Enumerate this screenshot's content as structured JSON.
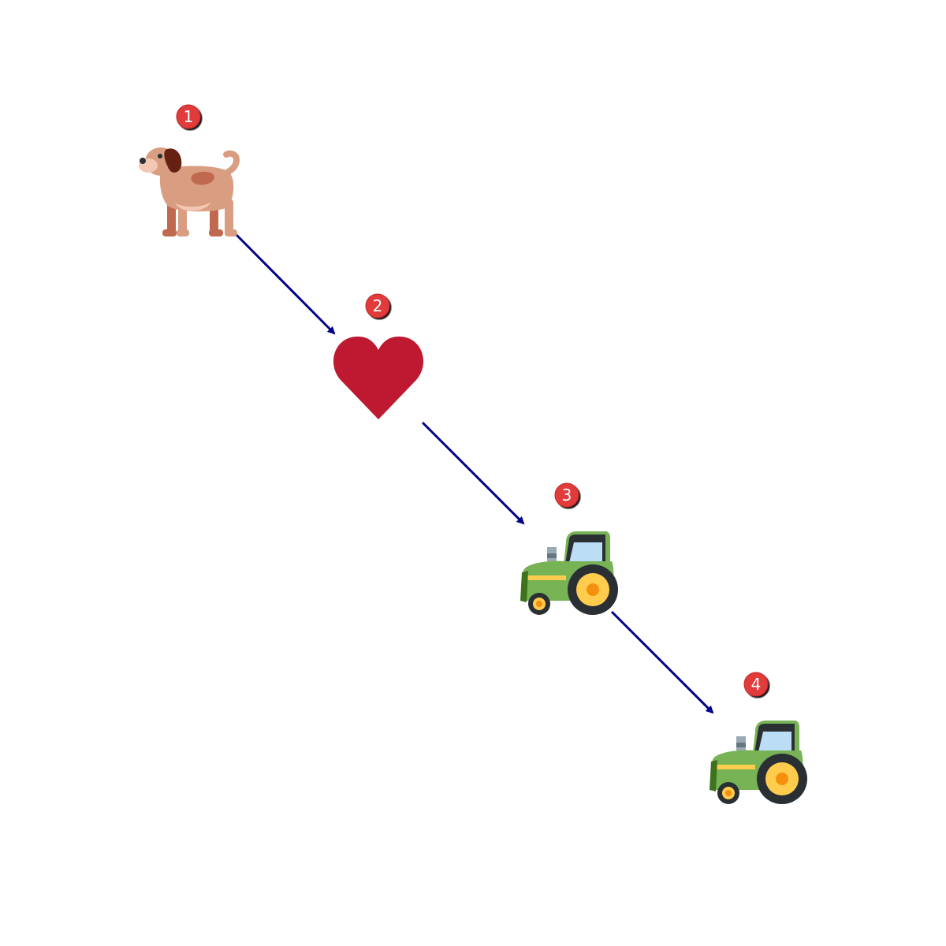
{
  "diagram": {
    "background": "#ffffff",
    "arrow_color": "#00008b",
    "badge_color": "#e23a3a",
    "steps": [
      {
        "number": "1",
        "icon": "dog-icon"
      },
      {
        "number": "2",
        "icon": "heart-icon"
      },
      {
        "number": "3",
        "icon": "tractor-icon"
      },
      {
        "number": "4",
        "icon": "tractor-icon"
      }
    ],
    "arrows": [
      {
        "from": "1",
        "to": "2"
      },
      {
        "from": "2",
        "to": "3"
      },
      {
        "from": "3",
        "to": "4"
      }
    ]
  }
}
